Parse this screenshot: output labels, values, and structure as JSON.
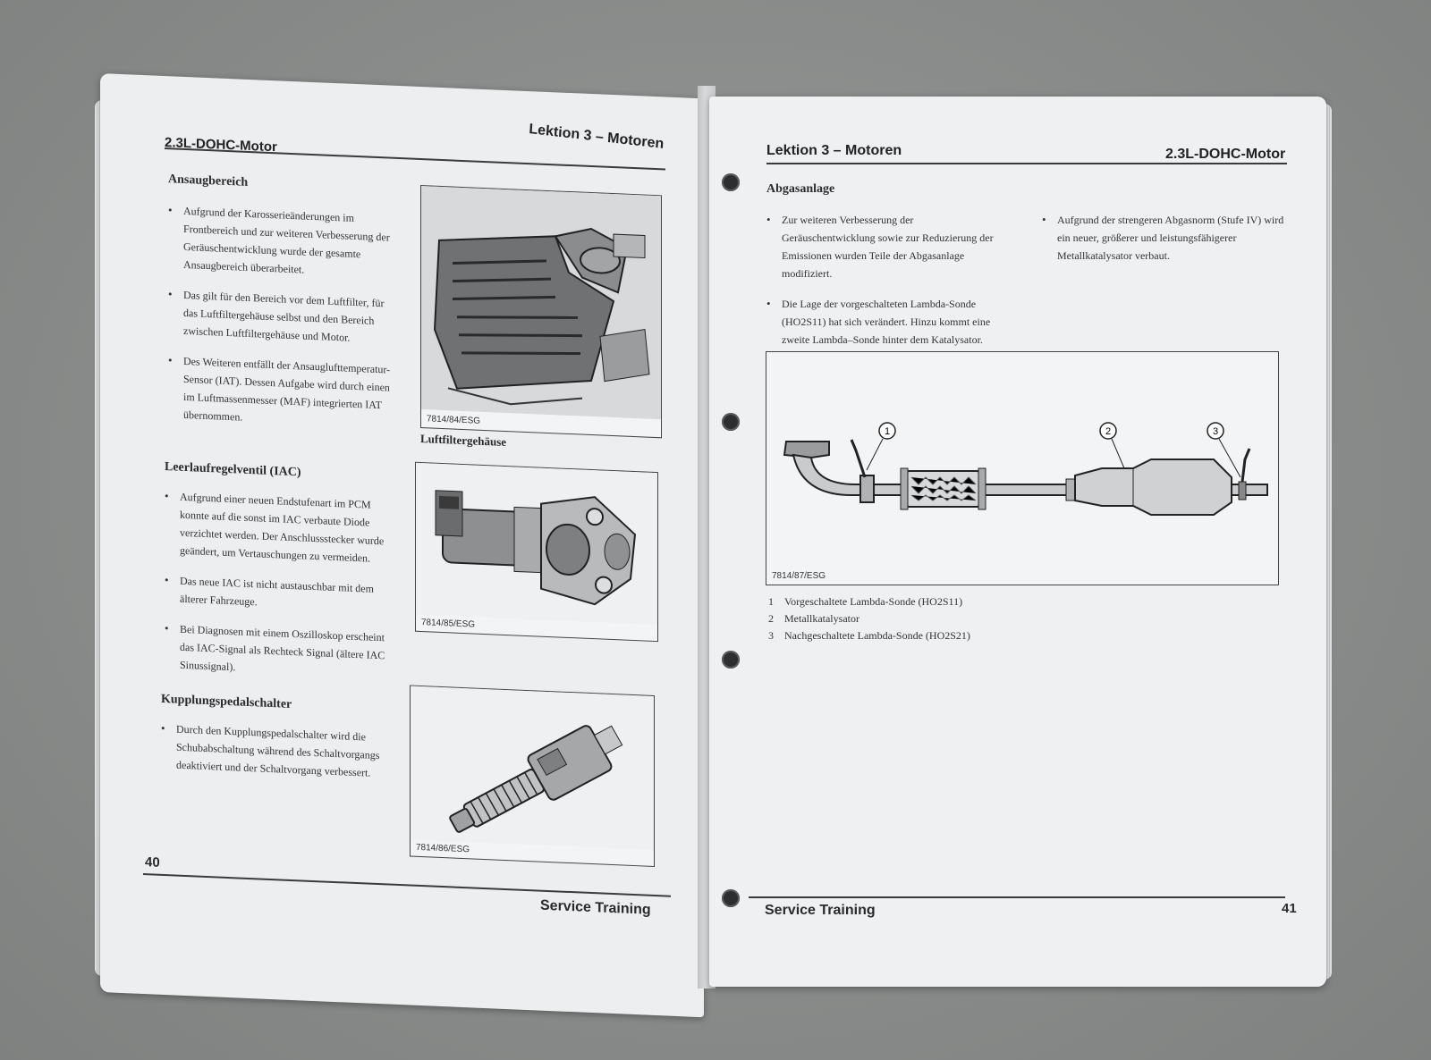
{
  "left_page": {
    "header_left": "2.3L-DOHC-Motor",
    "header_right": "Lektion 3 – Motoren",
    "sections": [
      {
        "heading": "Ansaugbereich",
        "bullets": [
          "Aufgrund der Karosserieänderungen im Frontbereich und zur weiteren Verbesserung der Geräuschentwicklung wurde der gesamte Ansaugbereich überarbeitet.",
          "Das gilt für den Bereich vor dem Luftfilter, für das Luftfiltergehäuse selbst und den Bereich zwischen Luftfiltergehäuse und Motor.",
          "Des Weiteren entfällt der Ansauglufttemperatur-Sensor (IAT). Dessen Aufgabe wird durch einen im Luftmassenmesser (MAF) integrierten IAT übernommen."
        ]
      },
      {
        "heading": "Leerlaufregelventil (IAC)",
        "bullets": [
          "Aufgrund einer neuen Endstufenart im PCM konnte auf die sonst im IAC verbaute Diode verzichtet werden. Der Anschlussstecker wurde geändert, um Vertauschungen zu vermeiden.",
          "Das neue IAC ist nicht austauschbar mit dem älterer Fahrzeuge.",
          "Bei Diagnosen mit einem Oszilloskop erscheint das IAC-Signal als Rechteck Signal (ältere IAC Sinussignal)."
        ]
      },
      {
        "heading": "Kupplungspedalschalter",
        "bullets": [
          "Durch den Kupplungspedalschalter wird die Schubabschaltung während des Schaltvorgangs deaktiviert und der Schaltvorgang verbessert."
        ]
      }
    ],
    "figures": [
      {
        "code": "7814/84/ESG",
        "caption": "Luftfiltergehäuse"
      },
      {
        "code": "7814/85/ESG",
        "caption": ""
      },
      {
        "code": "7814/86/ESG",
        "caption": ""
      }
    ],
    "page_number": "40",
    "footer": "Service Training"
  },
  "right_page": {
    "header_left": "Lektion 3 – Motoren",
    "header_right": "2.3L-DOHC-Motor",
    "section_heading": "Abgasanlage",
    "bullets_col1": [
      "Zur weiteren Verbesserung der Geräuschentwicklung sowie zur Reduzierung der Emissionen wurden Teile der Abgasanlage modifiziert.",
      "Die Lage der vorgeschalteten Lambda-Sonde (HO2S11) hat sich verändert. Hinzu kommt eine zweite Lambda–Sonde hinter dem Katalysator."
    ],
    "bullets_col2": [
      "Aufgrund der strengeren Abgasnorm (Stufe IV) wird ein neuer, größerer und leistungsfähigerer Metallkatalysator verbaut."
    ],
    "figure": {
      "code": "7814/87/ESG",
      "callouts": [
        "1",
        "2",
        "3"
      ]
    },
    "legend": [
      {
        "num": "1",
        "text": "Vorgeschaltete Lambda-Sonde (HO2S11)"
      },
      {
        "num": "2",
        "text": "Metallkatalysator"
      },
      {
        "num": "3",
        "text": "Nachgeschaltete Lambda-Sonde (HO2S21)"
      }
    ],
    "footer": "Service Training",
    "page_number": "41"
  }
}
